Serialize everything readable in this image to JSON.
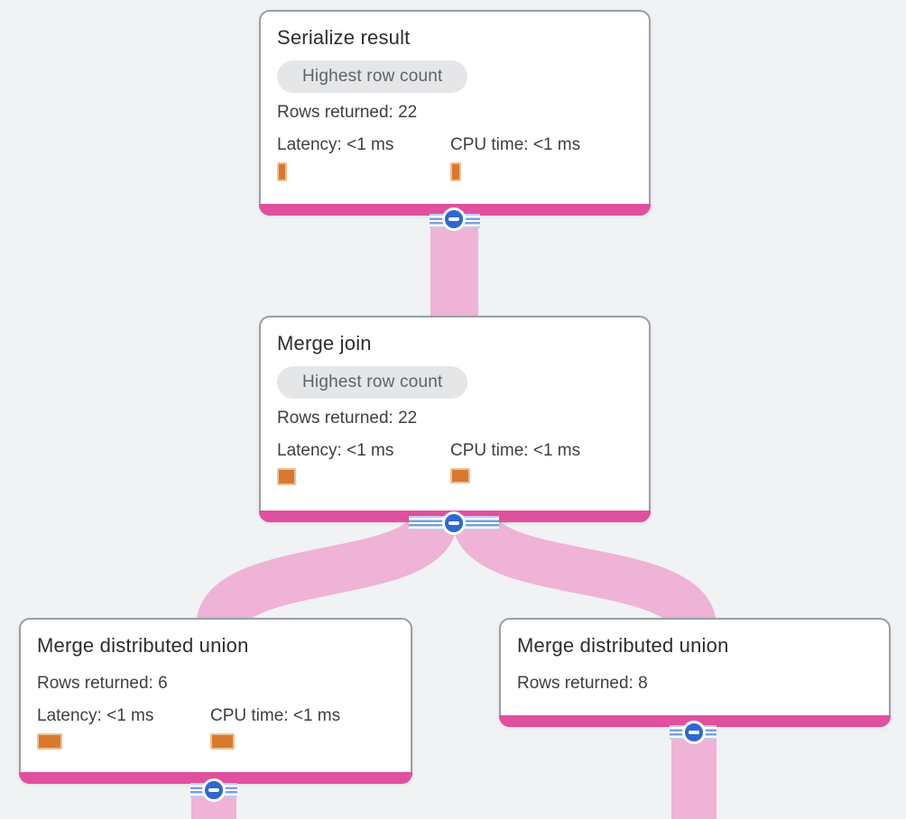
{
  "colors": {
    "background": "#f0f2f4",
    "node_accent_magenta": "#e0509f",
    "edge_ribbon_pink": "#eeb3d6",
    "metric_bar_orange": "#d8792f",
    "collapse_icon_blue": "#2d68d2",
    "badge_background": "#e5e6e8",
    "badge_text": "#5f6368",
    "body_text": "#3c4043"
  },
  "nodes": [
    {
      "title": "Serialize result",
      "badge": "Highest row count",
      "rows": "Rows returned: 22",
      "latency": "Latency: <1 ms",
      "cpu": "CPU time: <1 ms"
    },
    {
      "title": "Merge join",
      "badge": "Highest row count",
      "rows": "Rows returned: 22",
      "latency": "Latency: <1 ms",
      "cpu": "CPU time: <1 ms"
    },
    {
      "title": "Merge distributed union",
      "rows": "Rows returned: 6",
      "latency": "Latency: <1 ms",
      "cpu": "CPU time: <1 ms"
    },
    {
      "title": "Merge distributed union",
      "rows": "Rows returned: 8"
    }
  ],
  "edges": [
    {
      "from": "Serialize result",
      "to": "Merge join"
    },
    {
      "from": "Merge join",
      "to": "Merge distributed union (rows 6)"
    },
    {
      "from": "Merge join",
      "to": "Merge distributed union (rows 8)"
    },
    {
      "from": "Merge distributed union (rows 6)",
      "to": null
    },
    {
      "from": "Merge distributed union (rows 8)",
      "to": null
    }
  ]
}
